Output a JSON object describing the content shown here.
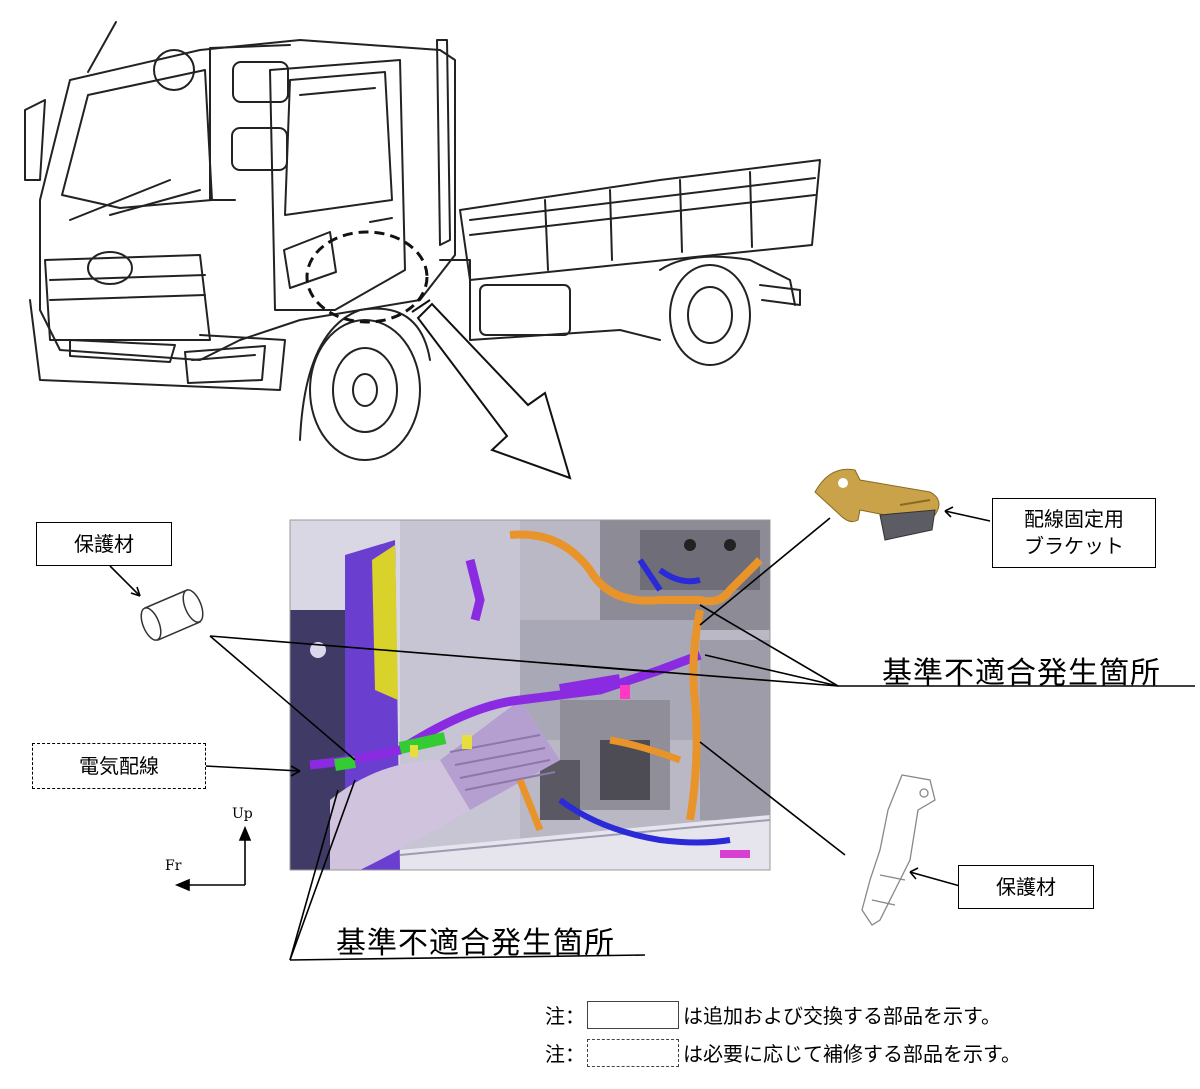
{
  "labels": {
    "protector_top": "保護材",
    "wiring": "電気配線",
    "bracket": "配線固定用\nブラケット",
    "protector_right": "保護材",
    "nonconformity_right": "基準不適合発生箇所",
    "nonconformity_bottom": "基準不適合発生箇所"
  },
  "axes": {
    "up": "Up",
    "front": "Fr"
  },
  "notes": [
    {
      "prefix": "注：",
      "text": "は追加および交換する部品を示す。",
      "style": "solid"
    },
    {
      "prefix": "注：",
      "text": "は必要に応じて補修する部品を示す。",
      "style": "dashed"
    }
  ],
  "colors": {
    "harness_orange": "#e8942a",
    "harness_purple": "#8a2be2",
    "hose_blue": "#2a2ad8",
    "protector_green": "#33cc33",
    "bracket_gold": "#c9a24a",
    "radiator_purple": "#6a3fd0",
    "radiator_yellow": "#d8d22a"
  }
}
